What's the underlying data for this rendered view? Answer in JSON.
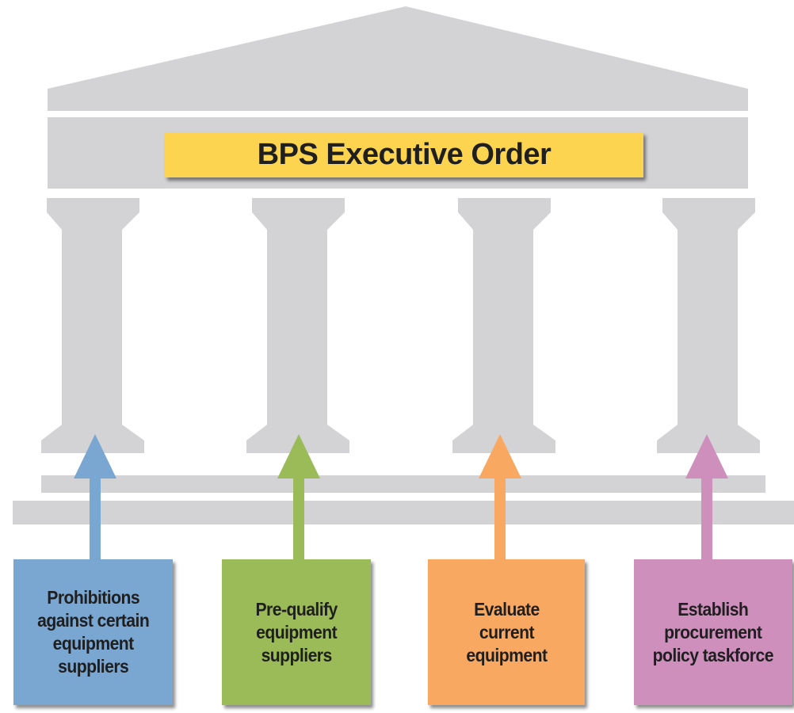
{
  "building": {
    "title": "BPS Executive Order",
    "colors": {
      "stone": "#d3d3d5",
      "banner": "#fcd44f"
    }
  },
  "pillars": [
    {
      "lines": [
        "Prohibitions",
        "against certain",
        "equipment",
        "suppliers"
      ],
      "color": "#7aa6d2"
    },
    {
      "lines": [
        "Pre-qualify",
        "equipment",
        "suppliers"
      ],
      "color": "#9bbb59"
    },
    {
      "lines": [
        "Evaluate",
        "current",
        "equipment"
      ],
      "color": "#f9a862"
    },
    {
      "lines": [
        "Establish",
        "procurement",
        "policy taskforce"
      ],
      "color": "#cf8fbd"
    }
  ]
}
